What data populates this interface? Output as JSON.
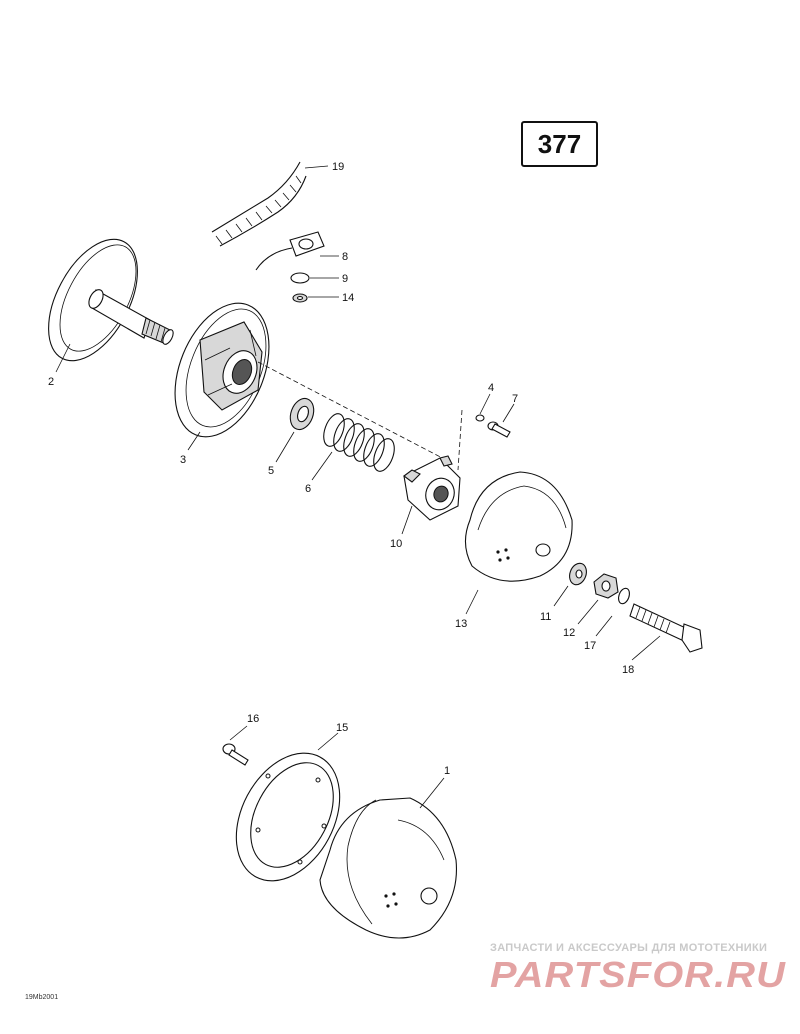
{
  "diagram": {
    "page_number": "377",
    "reference_code": "19Mb2001",
    "callouts": [
      "1",
      "2",
      "3",
      "4",
      "5",
      "6",
      "7",
      "8",
      "9",
      "10",
      "11",
      "12",
      "13",
      "14",
      "15",
      "16",
      "17",
      "18",
      "19"
    ]
  },
  "watermark": {
    "tagline": "ЗАПЧАСТИ И АКСЕССУАРЫ ДЛЯ МОТОТЕХНИКИ",
    "logo_text": "PARTSFOR.RU",
    "logo_color": "#e3a3a3"
  }
}
